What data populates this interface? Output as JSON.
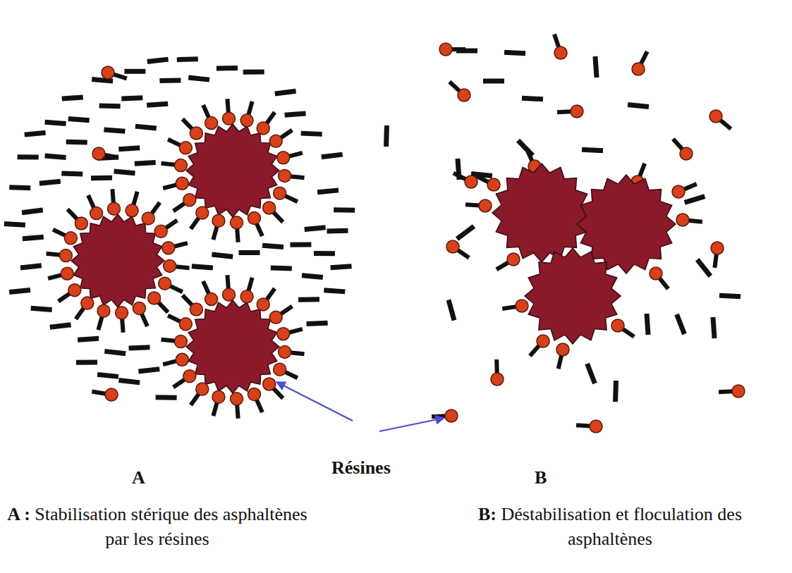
{
  "diagram": {
    "labels": [
      "A",
      "Résines",
      "B",
      "A :",
      "Stabilisation stérique des asphaltènes par les résines",
      "B:",
      "Déstabilisation et floculation des asphaltènes"
    ]
  }
}
